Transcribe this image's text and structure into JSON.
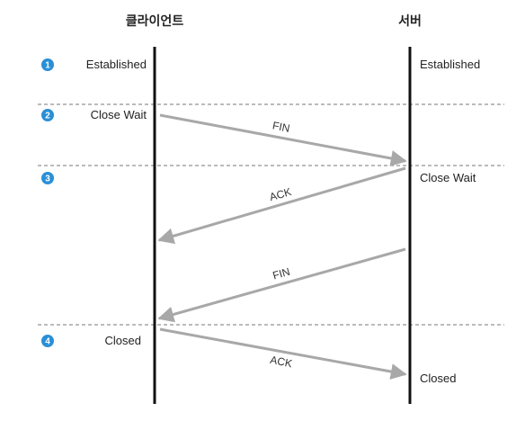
{
  "header": {
    "client": "클라이언트",
    "server": "서버"
  },
  "steps": [
    {
      "number": "1",
      "client_state": "Established",
      "server_state": "Established"
    },
    {
      "number": "2",
      "client_state": "Close Wait"
    },
    {
      "number": "3",
      "server_state": "Close Wait"
    },
    {
      "number": "4",
      "client_state": "Closed",
      "server_state": "Closed"
    }
  ],
  "messages": [
    {
      "label": "FIN",
      "direction": "client-to-server"
    },
    {
      "label": "ACK",
      "direction": "server-to-client"
    },
    {
      "label": "FIN",
      "direction": "server-to-client"
    },
    {
      "label": "ACK",
      "direction": "client-to-server"
    }
  ],
  "colors": {
    "step_badge": "#2a8fd6",
    "arrow": "#a8a8a8",
    "lifeline": "#111111",
    "divider": "#777777"
  }
}
